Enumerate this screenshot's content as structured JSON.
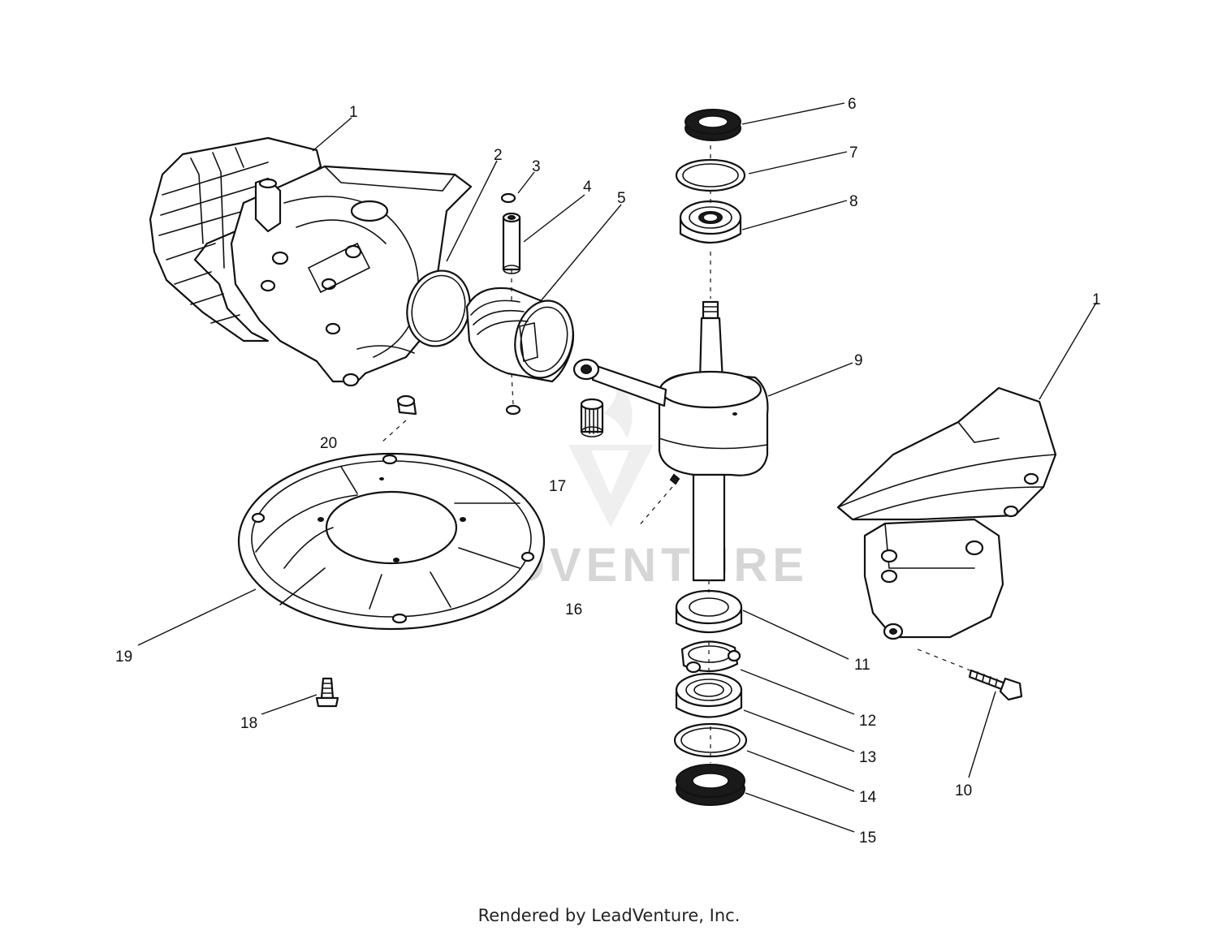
{
  "watermark": {
    "text": "LEADVENTURE"
  },
  "callouts": {
    "c1a": "1",
    "c2": "2",
    "c3": "3",
    "c4": "4",
    "c5": "5",
    "c6": "6",
    "c7": "7",
    "c8": "8",
    "c9": "9",
    "c1b": "1",
    "c10": "10",
    "c11": "11",
    "c12": "12",
    "c13": "13",
    "c14": "14",
    "c15": "15",
    "c16": "16",
    "c17": "17",
    "c18": "18",
    "c19": "19",
    "c20": "20"
  },
  "footer": {
    "text": "Rendered by LeadVenture, Inc."
  }
}
